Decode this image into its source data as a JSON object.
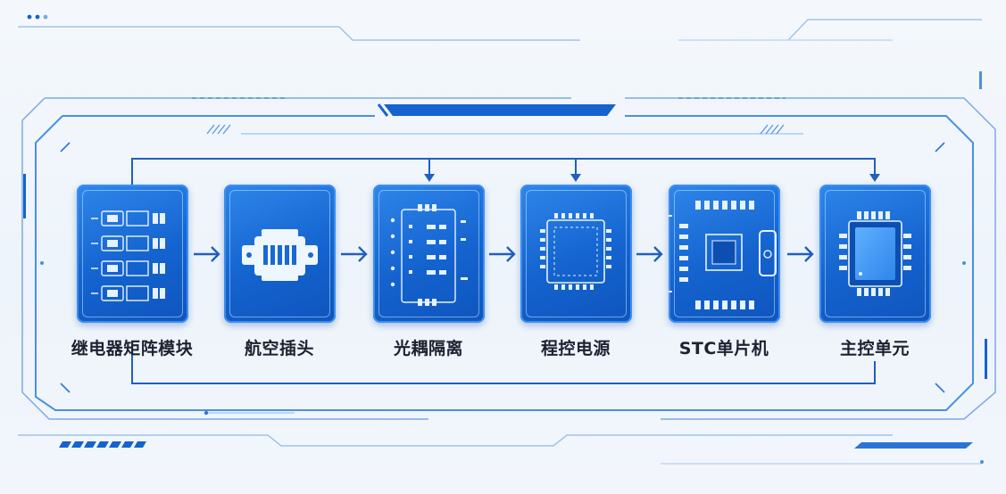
{
  "colors": {
    "accent": "#1463cf",
    "accent_light": "#2f86ea",
    "line": "#1f5fc0",
    "frame": "#4a90e0",
    "text": "#1b2230"
  },
  "nodes": [
    {
      "label": "继电器矩阵模块",
      "icon": "relay-matrix-icon"
    },
    {
      "label": "航空插头",
      "icon": "aviation-connector-icon"
    },
    {
      "label": "光耦隔离",
      "icon": "optocoupler-board-icon"
    },
    {
      "label": "程控电源",
      "icon": "power-chip-icon"
    },
    {
      "label": "STC单片机",
      "icon": "mcu-board-icon"
    },
    {
      "label": "主控单元",
      "icon": "main-processor-icon"
    }
  ],
  "connections": [
    {
      "from": "继电器矩阵模块",
      "to": "航空插头"
    },
    {
      "from": "航空插头",
      "to": "光耦隔离"
    },
    {
      "from": "光耦隔离",
      "to": "程控电源"
    },
    {
      "from": "程控电源",
      "to": "STC单片机"
    },
    {
      "from": "STC单片机",
      "to": "主控单元"
    },
    {
      "from": "继电器矩阵模块",
      "to": "光耦隔离"
    },
    {
      "from": "继电器矩阵模块",
      "to": "程控电源"
    },
    {
      "from": "继电器矩阵模块",
      "to": "主控单元"
    },
    {
      "from": "继电器矩阵模块",
      "to": "主控单元"
    }
  ]
}
